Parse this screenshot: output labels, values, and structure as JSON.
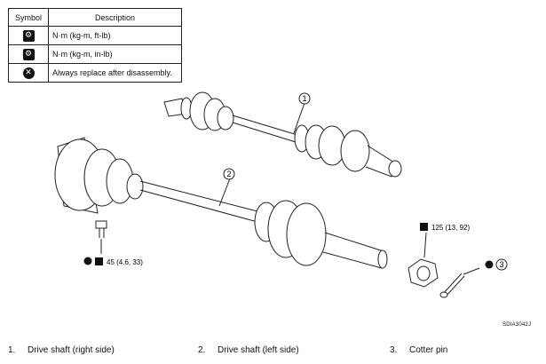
{
  "legend": {
    "headers": [
      "Symbol",
      "Description"
    ],
    "rows": [
      {
        "icon": "torque-wrench-icon",
        "desc": "N·m (kg-m, ft-lb)"
      },
      {
        "icon": "torque-wrench-small-icon",
        "desc": "N·m (kg-m, in-lb)"
      },
      {
        "icon": "replace-x-icon",
        "desc": "Always replace after disassembly."
      }
    ]
  },
  "callouts": {
    "c1": "1",
    "c2": "2",
    "c3": "3",
    "torque_nut": "125 (13, 92)",
    "torque_bolt": "45 (4.6, 33)"
  },
  "figure_code": "SDIA3042J",
  "parts": [
    {
      "num": "1.",
      "name": "Drive shaft (right side)"
    },
    {
      "num": "2.",
      "name": "Drive shaft (left side)"
    },
    {
      "num": "3.",
      "name": "Cotter pin"
    }
  ]
}
